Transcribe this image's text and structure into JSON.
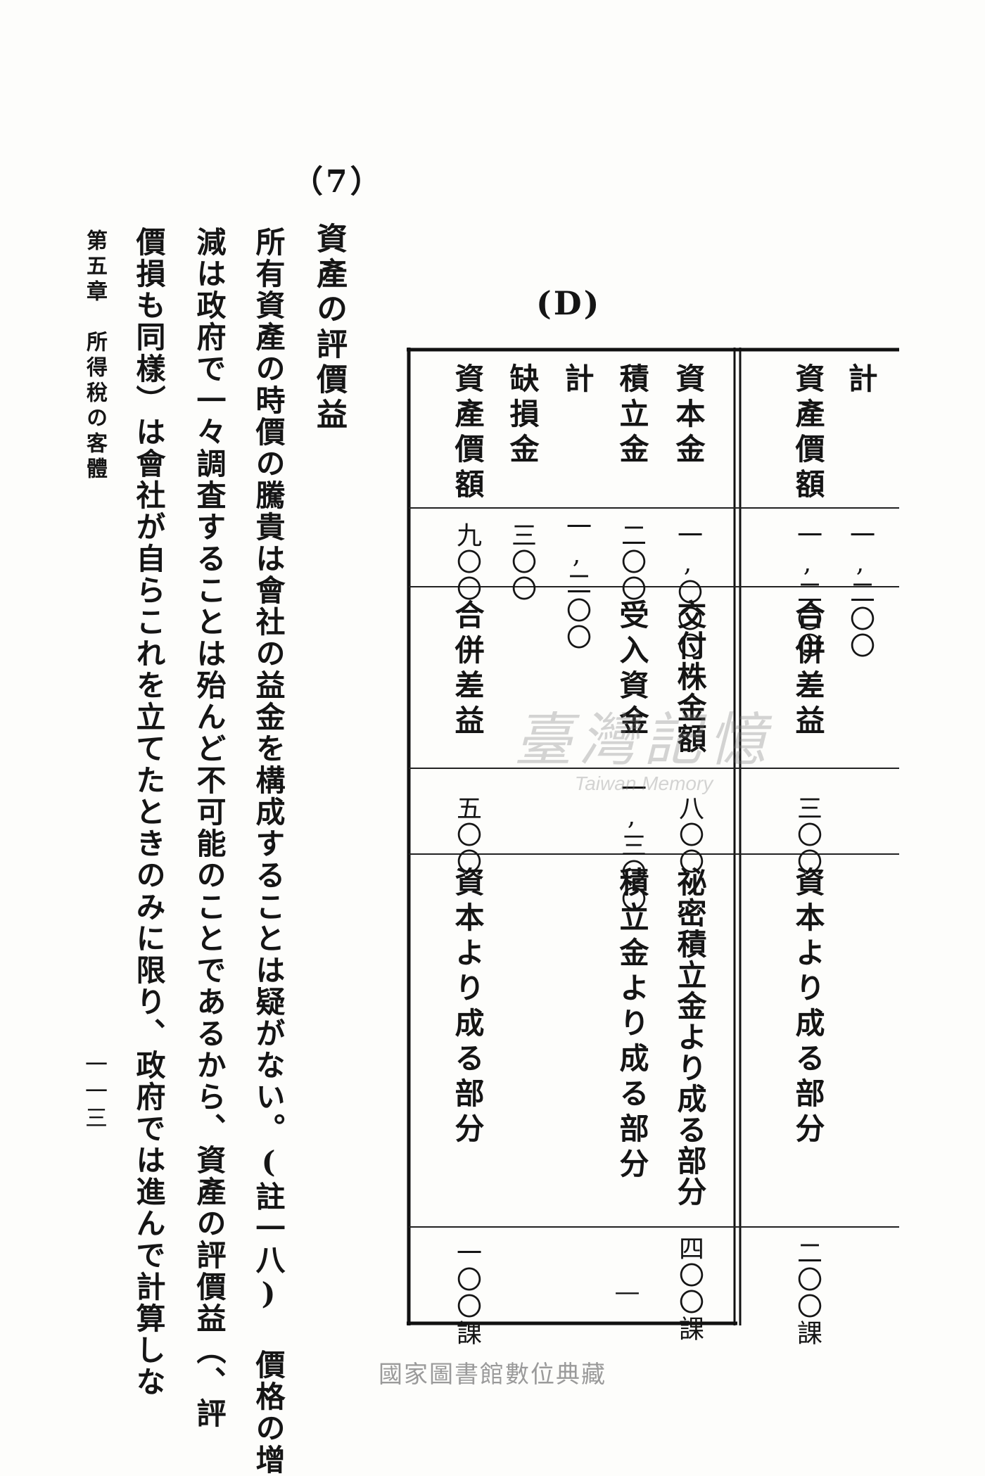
{
  "section": {
    "number": "（7）",
    "heading": "資產の評價益"
  },
  "body_lines": [
    "所有資產の時價の騰貴は會社の益金を構成することは疑がない。(註一八) 價格の增",
    "減は政府で一々調査することは殆んど不可能のことであるから、資產の評價益（、評",
    "價損も同樣）は會社が自らこれを立てたときのみに限り、政府では進んで計算しな"
  ],
  "running_header": "第五章　所得稅の客體",
  "page_number": "一一三",
  "table": {
    "label": "(D)",
    "columns": {
      "A": {
        "items": [
          "計",
          "資產價額"
        ],
        "amounts": [
          "一,二〇〇",
          "一,二〇〇"
        ]
      },
      "B": {
        "items": [
          "資本金",
          "積立金",
          "計",
          "缺損金",
          "資產價額"
        ],
        "amounts": [
          "一,〇〇〇",
          "二〇〇",
          "一,二〇〇",
          "三〇〇",
          "九〇〇"
        ]
      }
    },
    "merger": {
      "A": {
        "item": "合併差益",
        "amount": "三〇〇"
      },
      "B": [
        {
          "item": "交付株金額",
          "amount": "八〇〇"
        },
        {
          "item": "受入資金",
          "amount": "一,三〇〇"
        },
        {
          "item": "合併差益",
          "amount": "五〇〇"
        }
      ]
    },
    "composition": {
      "A": {
        "item": "資本より成る部分",
        "amount": "二〇〇課"
      },
      "B": [
        {
          "item": "祕密積立金より成る部分",
          "amount": "四〇〇課"
        },
        {
          "item": "積立金より成る部分",
          "amount": "—"
        },
        {
          "item": "資本より成る部分",
          "amount": "一〇〇課"
        }
      ]
    }
  },
  "watermark": {
    "title": "臺灣記憶",
    "subtitle": "Taiwan Memory"
  },
  "footer": "國家圖書館數位典藏",
  "colors": {
    "ink": "#151515",
    "paper": "#fdfdfb",
    "watermark": "#7d7d7d"
  }
}
